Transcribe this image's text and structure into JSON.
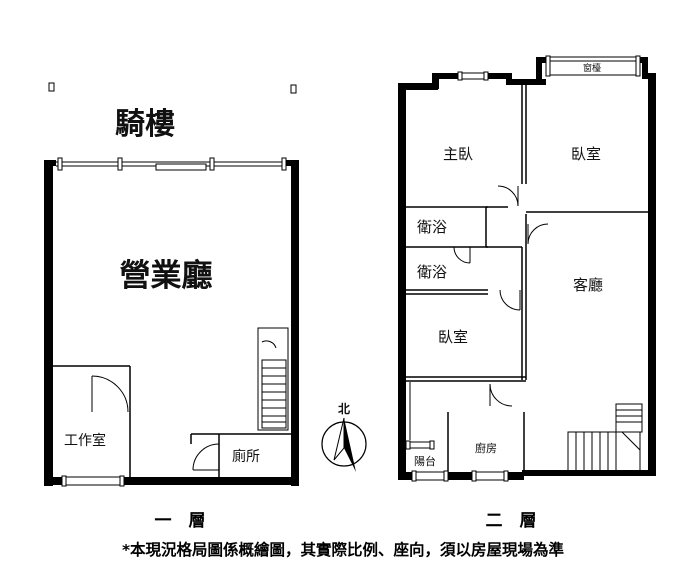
{
  "floor1": {
    "arcade_label": "騎樓",
    "main_room_label": "營業廳",
    "workroom_label": "工作室",
    "toilet_label": "廁所",
    "floor_label": "一　層"
  },
  "floor2": {
    "window_label": "窗檯",
    "master_bedroom_label": "主臥",
    "bedroom1_label": "臥室",
    "bath1_label": "衛浴",
    "bath2_label": "衛浴",
    "living_room_label": "客廳",
    "bedroom2_label": "臥室",
    "balcony_label": "陽台",
    "kitchen_label": "廚房",
    "floor_label": "二　層"
  },
  "compass": {
    "north_label": "北"
  },
  "disclaimer": "*本現況格局圖係概繪圖，其實際比例、座向，須以房屋現場為準"
}
